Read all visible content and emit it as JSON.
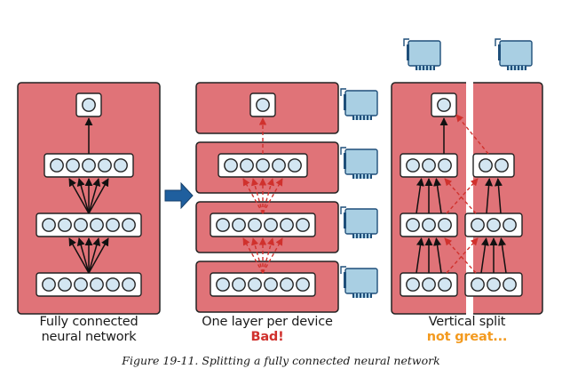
{
  "panels": {
    "fully_connected": {
      "label_line1": "Fully connected",
      "label_line2": "neural network"
    },
    "layer_per_device": {
      "label": "One layer per device",
      "verdict": "Bad!"
    },
    "vertical_split": {
      "label": "Vertical split",
      "verdict": "not great..."
    }
  },
  "caption": "Figure 19-11. Splitting a fully connected neural network",
  "colors": {
    "device_fill": "#e07378",
    "device_border": "#222222",
    "node_fill": "#d3e6f2",
    "layer_fill": "#ffffff",
    "arrow": "#111111",
    "cross_device_arrow": "#d0312d",
    "transition_arrow": "#1f5f9e",
    "gpu_fill": "#a9cfe3"
  },
  "icons": [
    "gpu-card-icon",
    "right-arrow-icon"
  ]
}
